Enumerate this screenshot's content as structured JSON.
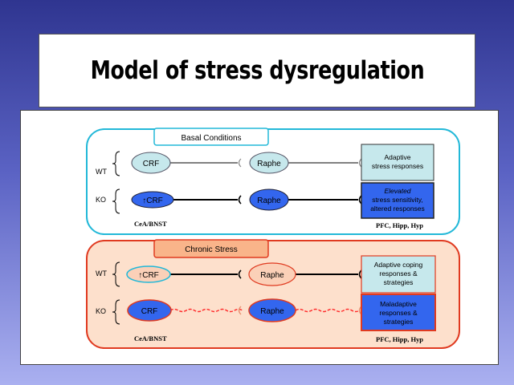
{
  "title": "Model of stress dysregulation",
  "panels": {
    "basal": {
      "header": "Basal Conditions",
      "rows": [
        {
          "genotype": "WT",
          "node1": "CRF",
          "node2": "Raphe",
          "outcome_lines": [
            "Adaptive",
            "stress responses"
          ]
        },
        {
          "genotype": "KO",
          "node1": "↑CRF",
          "node2": "Raphe",
          "outcome_lines": [
            "Elevated",
            "stress sensitivity,",
            "altered responses"
          ]
        }
      ],
      "left_region": "CeA/BNST",
      "right_region": "PFC, Hipp, Hyp"
    },
    "chronic": {
      "header": "Chronic Stress",
      "rows": [
        {
          "genotype": "WT",
          "node1": "↑CRF",
          "node2": "Raphe",
          "outcome_lines": [
            "Adaptive coping",
            "responses &",
            "strategies"
          ]
        },
        {
          "genotype": "KO",
          "node1": "CRF",
          "node2": "Raphe",
          "outcome_lines": [
            "Maladaptive",
            "responses &",
            "strategies"
          ]
        }
      ],
      "left_region": "CeA/BNST",
      "right_region": "PFC, Hipp, Hyp"
    }
  },
  "colors": {
    "basal_border": "#22b8d8",
    "chronic_border": "#e03a20",
    "chronic_fill": "#fde0cc",
    "header_orange": "#f9b48a",
    "node_light": "#c6e8ec",
    "node_blue": "#3366ee",
    "node_salmon": "#fbd0b8",
    "wavy_red": "#ff2a2a"
  }
}
